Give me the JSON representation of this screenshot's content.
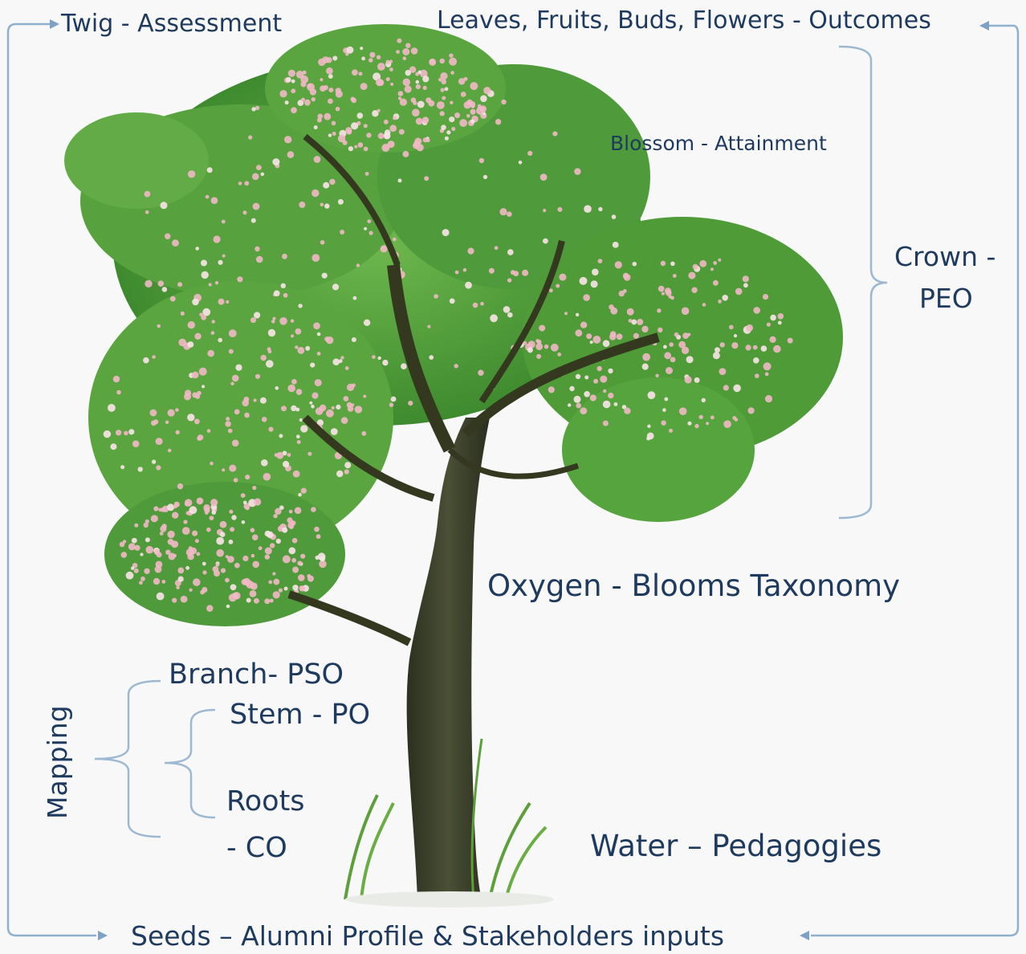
{
  "labels": {
    "twig": "Twig - Assessment",
    "outcomes": "Leaves, Fruits, Buds, Flowers  - Outcomes",
    "blossom": "Blossom - Attainment",
    "crown_line1": "Crown -",
    "crown_line2": "PEO",
    "oxygen": "Oxygen - Blooms Taxonomy",
    "branch": "Branch- PSO",
    "stem": "Stem - PO",
    "roots_line1": "Roots",
    "roots_line2": "- CO",
    "water": "Water – Pedagogies",
    "seeds": "Seeds – Alumni Profile & Stakeholders inputs",
    "mapping": "Mapping"
  },
  "colors": {
    "text": "#1f3a5f",
    "connector": "#8fb0cf",
    "foliage": "#4f9a3a",
    "blossom": "#f2b8c6",
    "trunk": "#3b3d2a"
  },
  "illustration": "blossoming-tree"
}
